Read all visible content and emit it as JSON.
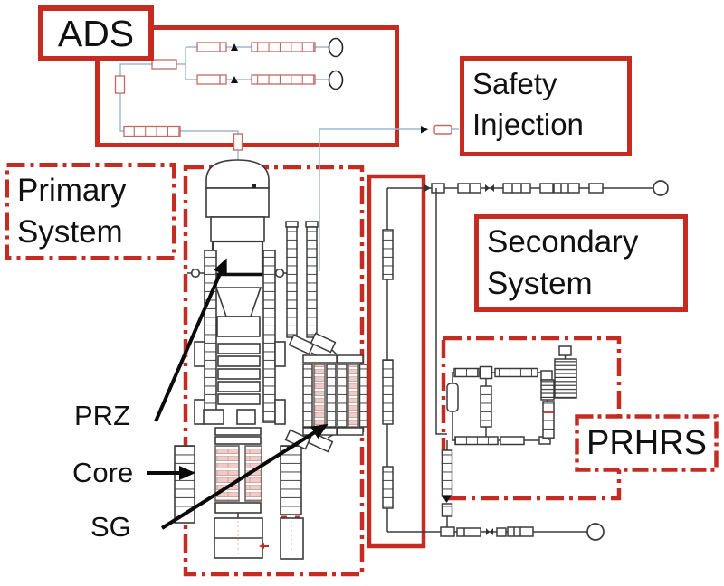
{
  "diagram": {
    "description": "Nodalization schematic of an integral reactor with highlighted systems",
    "labels": {
      "ads": "ADS",
      "safety_injection_line1": "Safety",
      "safety_injection_line2": "Injection",
      "primary_system_line1": "Primary",
      "primary_system_line2": "System",
      "secondary_system_line1": "Secondary",
      "secondary_system_line2": "System",
      "prhrs": "PRHRS",
      "pressurizer": "PRZ",
      "core": "Core",
      "steam_generator": "SG"
    },
    "colors": {
      "highlight_red": "#c62b22",
      "schematic_line": "#3b3b3b",
      "ads_line_blue": "#9db5cf",
      "ads_pipe_salmon": "#c06a62",
      "core_pink": "#f2cbc7",
      "background": "#ffffff"
    }
  }
}
